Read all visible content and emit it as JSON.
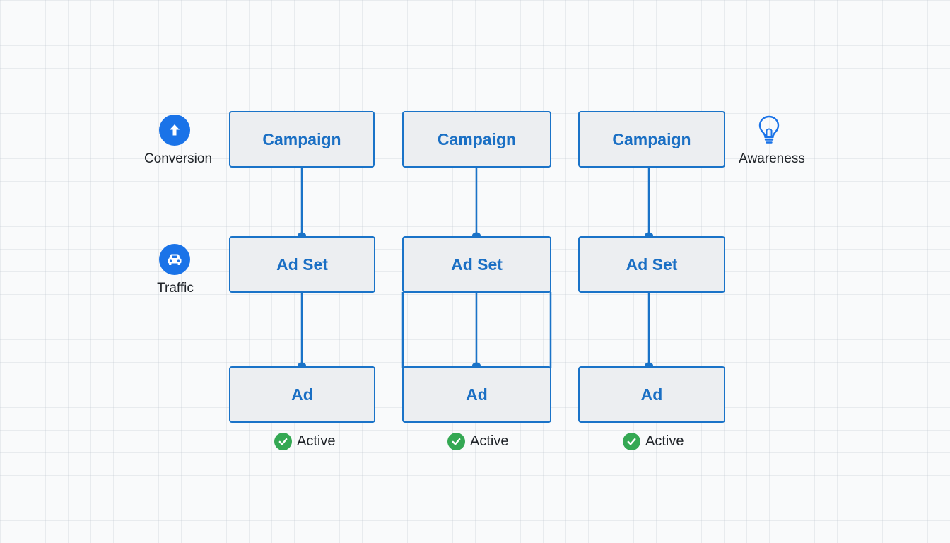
{
  "columns": [
    {
      "campaign_label": "Campaign",
      "adset_label": "Ad Set",
      "ad_label": "Ad",
      "status_label": "Active"
    },
    {
      "campaign_label": "Campaign",
      "adset_label": "Ad Set",
      "ad_label": "Ad",
      "status_label": "Active"
    },
    {
      "campaign_label": "Campaign",
      "adset_label": "Ad Set",
      "ad_label": "Ad",
      "status_label": "Active"
    }
  ],
  "legend": {
    "conversion": {
      "label": "Conversion",
      "icon": "arrow-up-icon"
    },
    "traffic": {
      "label": "Traffic",
      "icon": "car-icon"
    },
    "awareness": {
      "label": "Awareness",
      "icon": "lightbulb-icon"
    }
  },
  "colors": {
    "primary_blue": "#1a73c8",
    "node_fill": "#eceef1",
    "active_green": "#34a853"
  }
}
